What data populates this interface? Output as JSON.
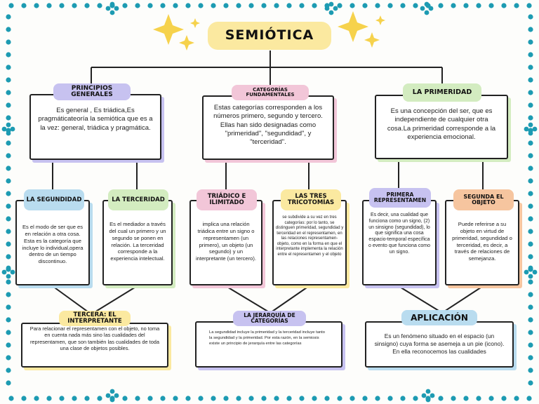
{
  "title": "SEMIÓTICA",
  "categories": [
    {
      "label": "PRINCIPIOS GENERALES",
      "text": "Es general , Es triádica,Es pragmáticateoría la semiótica que es a la vez: general, triádica y pragmática."
    },
    {
      "label": "CATEGORÍAS FUNDAMENTALES",
      "text": "Estas categorías corresponden a los números primero, segundo y tercero. Ellas han sido designadas como \"primeridad\", \"segundidad\", y \"terceridad\"."
    },
    {
      "label": "LA PRIMERIDAD",
      "text": "Es una concepción del ser, que es independiente de cualquier otra cosa.La primeridad corresponde a la experiencia emocional."
    }
  ],
  "subs": [
    {
      "label": "LA SEGUNDIDAD",
      "text": "Es el modo de ser que es en relación a otra cosa. Esta es la categoría que incluye lo individual,opera dentro de un tiempo discontinuo."
    },
    {
      "label": "LA TERCERIDAD",
      "text": "Es el mediador a través del cual un primero y un segundo se ponen en relación. La terceridad corresponde a la experiencia intelectual."
    },
    {
      "label": "TRIÁDICO E ILIMITADO",
      "text": "implica una relación triádica entre un signo o representamen (un primero), un objeto (un segundo) y un interpretante (un tercero)."
    },
    {
      "label": "LAS TRES TRICOTOMÍAS",
      "text": "se subdivide a su vez en tres categorías: por lo tanto, se distinguen primeridad, segundidad y terceridad en el representamen, en las relaciones representamen-objeto, como en la forma en que el interpretante implementa la relación entre el representamen y el objeto"
    },
    {
      "label": "PRIMERA REPRESENTAMEN",
      "text": "Es decir, una cualidad que funciona como un signo, (2) un sinsigno (segundidad), lo que significa una cosa espacio-temporal específica o evento que funciona como un signo."
    },
    {
      "label": "SEGUNDA EL OBJETO",
      "text": "Puede referirse a su objeto en virtud de primeridad, segundidad o terceridad, es decir, a través de relaciones de semejanza."
    }
  ],
  "bottoms": [
    {
      "label": "TERCERA: EL INTERPRETANTE",
      "text": "Para relacionar el representamen con el objeto, no toma en cuenta nada más sino las cualidades del representamen, que son también las cualidades de toda una clase de objetos posibles."
    },
    {
      "label": "LA JERARQUÍA DE CATEGORÍAS",
      "text": "La segundidad incluye la primeridad y la terceridad incluye tanto la segundidad y la primeridad. Por esta razón, en la semiosis existe un principio de jerarquía entre las categorías"
    },
    {
      "label": "APLICACIÓN",
      "text": "Es un fenómeno situado en el espacio (un sinsigno) cuya forma se asemeja a un pie (icono). En ella reconocemos las cualidades"
    }
  ],
  "colors": {
    "yellow": "#fbe9a0",
    "purple": "#c7c2f0",
    "pink": "#f2c6d8",
    "green": "#d3ecc0",
    "blue": "#b9dcef",
    "orange": "#f6c59f",
    "teal": "#1d9bb2",
    "star": "#f6d24c"
  }
}
